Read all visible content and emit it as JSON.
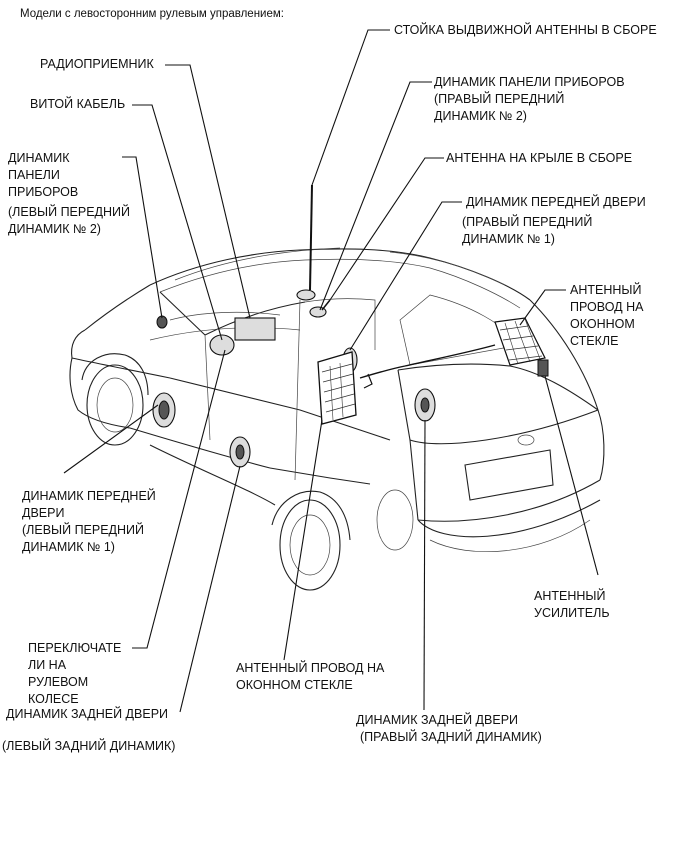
{
  "header": "Модели с левосторонним рулевым управлением:",
  "labels": {
    "antenna_pole": "СТОЙКА ВЫДВИЖНОЙ АНТЕННЫ В СБОРЕ",
    "radio": "РАДИОПРИЕМНИК",
    "spiral_cable": "ВИТОЙ КАБЕЛЬ",
    "right_panel_speaker": "ДИНАМИК ПАНЕЛИ ПРИБОРОВ\n(ПРАВЫЙ ПЕРЕДНИЙ\nДИНАМИК № 2)",
    "left_panel_speaker_a": "ДИНАМИК\nПАНЕЛИ\nПРИБОРОВ",
    "left_panel_speaker_b": "(ЛЕВЫЙ ПЕРЕДНИЙ\nДИНАМИК № 2)",
    "fender_antenna": "АНТЕННА НА КРЫЛЕ В СБОРЕ",
    "right_front_door_a": "ДИНАМИК ПЕРЕДНЕЙ ДВЕРИ",
    "right_front_door_b": "(ПРАВЫЙ ПЕРЕДНИЙ\nДИНАМИК № 1)",
    "rear_window_wire": "АНТЕННЫЙ\nПРОВОД НА\nОКОННОМ\nСТЕКЛЕ",
    "left_front_door_a": "ДИНАМИК ПЕРЕДНЕЙ\nДВЕРИ",
    "left_front_door_b": "(ЛЕВЫЙ ПЕРЕДНИЙ\nДИНАМИК № 1)",
    "amplifier": "АНТЕННЫЙ\nУСИЛИТЕЛЬ",
    "steering_switches": "ПЕРЕКЛЮЧАТЕ\nЛИ НА\nРУЛЕВОМ\nКОЛЕСЕ",
    "side_window_wire": "АНТЕННЫЙ ПРОВОД НА\nОКОННОМ СТЕКЛЕ",
    "left_rear_door_a": "ДИНАМИК ЗАДНЕЙ ДВЕРИ",
    "left_rear_door_b": "(ЛЕВЫЙ ЗАДНИЙ ДИНАМИК)",
    "right_rear_door_a": "ДИНАМИК ЗАДНЕЙ ДВЕРИ",
    "right_rear_door_b": "(ПРАВЫЙ ЗАДНИЙ ДИНАМИК)"
  }
}
